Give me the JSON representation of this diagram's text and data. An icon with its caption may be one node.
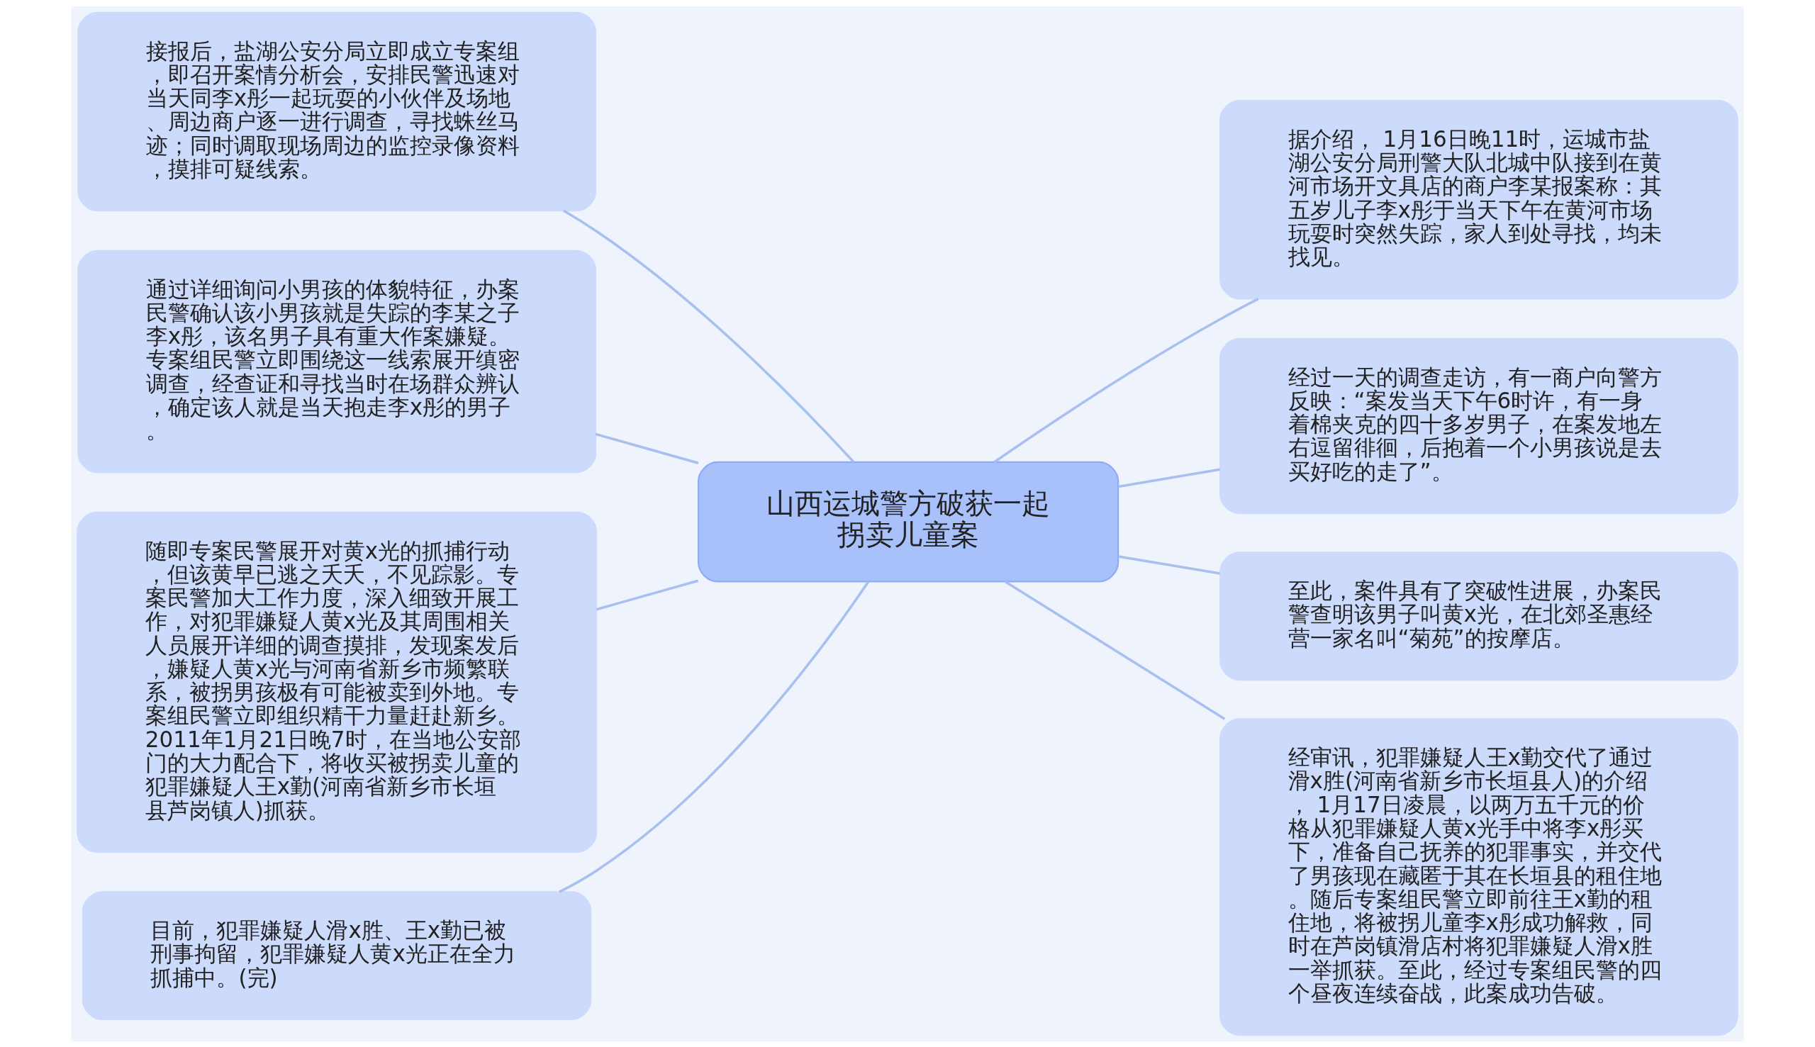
{
  "diagram": {
    "nodes": [
      {
        "text": [
          "山西运城警方破获一起拐卖儿童案"
        ]
      },
      {
        "text": [
          "据介绍， 1月16日晚11时，运城市盐湖公安分局刑警大队北城中队接到在黄河市场开文具店的商户李某报案称：其五岁儿子李x彤于当天下午在黄河市场玩耍时突然失踪，家人到处寻找，均未找见。"
        ]
      },
      {
        "text": [
          "接报后，盐湖公安分局立即成立专案组，即召开案情分析会，安排民警迅速对当天同李x彤一起玩耍的小伙伴及场地、周边商户逐一进行调查，寻找蛛丝马迹；同时调取现场周边的监控录像资料，摸排可疑线索。"
        ]
      },
      {
        "text": [
          "经过一天的调查走访，有一商户向警方反映：“案发当天下午6时许，有一身着棉夹克的四十多岁男子，在案发地左右逗留徘徊，后抱着一个小男孩说是去买好吃的走了”。"
        ]
      },
      {
        "text": [
          "通过详细询问小男孩的体貌特征，办案民警确认该小男孩就是失踪的李某之子李x彤，该名男子具有重大作案嫌疑。专案组民警立即围绕这一线索展开缜密调查，经查证和寻找当时在场群众辨认，确定该人就是当天抱走李x彤的男子。"
        ]
      },
      {
        "text": [
          "至此，案件具有了突破性进展，办案民警查明该男子叫黄x光，在北郊圣惠经营一家名叫“菊苑”的按摩店。"
        ]
      },
      {
        "text": [
          "随即专案民警展开对黄x光的抓捕行动，但该黄早已逃之夭夭，不见踪影。专案民警加大工作力度，深入细致开展工作，对犯罪嫌疑人黄x光及其周围相关人员展开详细的调查摸排，发现案发后，嫌疑人黄x光与河南省新乡市频繁联系，被拐男孩极有可能被卖到外地。专案组民警立即组织精干力量赶赴新乡。2011年1月21日晚7时，在当地公安部门的大力配合下，将收买被拐卖儿童的犯罪嫌疑人王x勤(河南省新乡市长垣县芦岗镇人)抓获。"
        ]
      },
      {
        "text": [
          "经审讯，犯罪嫌疑人王x勤交代了通过滑x胜(河南省新乡市长垣县人)的介绍， 1月17日凌晨，以两万五千元的价格从犯罪嫌疑人黄x光手中将李x彤买下，准备自己抚养的犯罪事实，并交代了男孩现在藏匿于其在长垣县的租住地。随后专案组民警立即前往王x勤的租住地，将被拐儿童李x彤成功解救，同时在芦岗镇滑店村将犯罪嫌疑人滑x胜一举抓获。至此，经过专案组民警的四个昼夜连续奋战，此案成功告破。"
        ]
      },
      {
        "text": [
          "目前，犯罪嫌疑人滑x胜、王x勤已被刑事拘留，犯罪嫌疑人黄x光正在全力抓捕中。(完)"
        ]
      }
    ],
    "edges": [
      {
        "from": 0,
        "to": 1,
        "arrow": "none"
      },
      {
        "from": 0,
        "to": 2,
        "arrow": "none"
      },
      {
        "from": 0,
        "to": 3,
        "arrow": "none"
      },
      {
        "from": 0,
        "to": 4,
        "arrow": "none"
      },
      {
        "from": 0,
        "to": 5,
        "arrow": "none"
      },
      {
        "from": 0,
        "to": 6,
        "arrow": "none"
      },
      {
        "from": 0,
        "to": 7,
        "arrow": "none"
      },
      {
        "from": 0,
        "to": 8,
        "arrow": "none"
      }
    ]
  }
}
